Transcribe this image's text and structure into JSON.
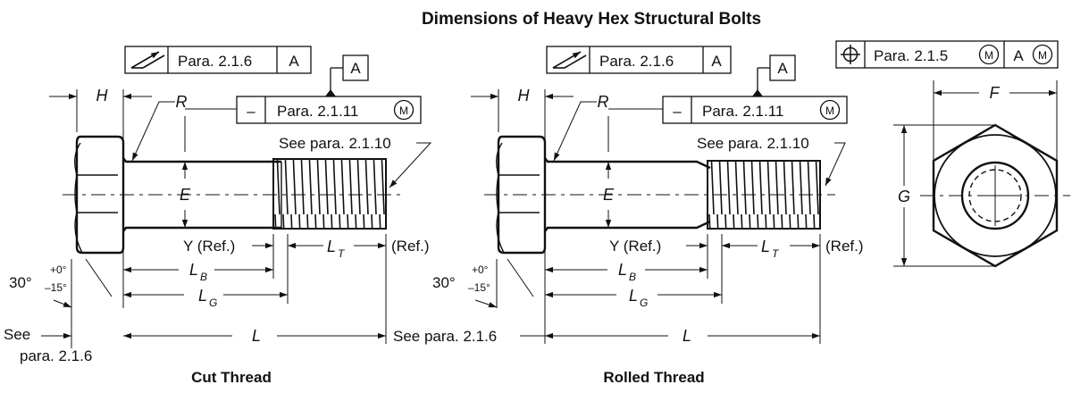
{
  "title": "Dimensions of Heavy Hex Structural Bolts",
  "frames": {
    "runout_para": "Para. 2.1.6",
    "runout_datum": "A",
    "datum_a": "A",
    "straight_symbol": "–",
    "straight_para": "Para. 2.1.11",
    "mmc": "M",
    "pos_para": "Para. 2.1.5",
    "pos_mod1": "M",
    "pos_datum": "A",
    "pos_mod2": "M"
  },
  "labels": {
    "H": "H",
    "R": "R",
    "E": "E",
    "Y_ref": "Y  (Ref.)",
    "LT": "L",
    "LT_sub": "T",
    "ref": "(Ref.)",
    "LB": "L",
    "LB_sub": "B",
    "LG": "L",
    "LG_sub": "G",
    "L": "L",
    "see_2110": "See para. 2.1.10",
    "angle": "30°",
    "tol_plus": "+0°",
    "tol_minus": "–15°",
    "see_line1": "See",
    "see_line2": "para. 2.1.6",
    "see_216": "See para. 2.1.6",
    "F": "F",
    "G": "G"
  },
  "captions": {
    "cut": "Cut Thread",
    "rolled": "Rolled Thread"
  }
}
